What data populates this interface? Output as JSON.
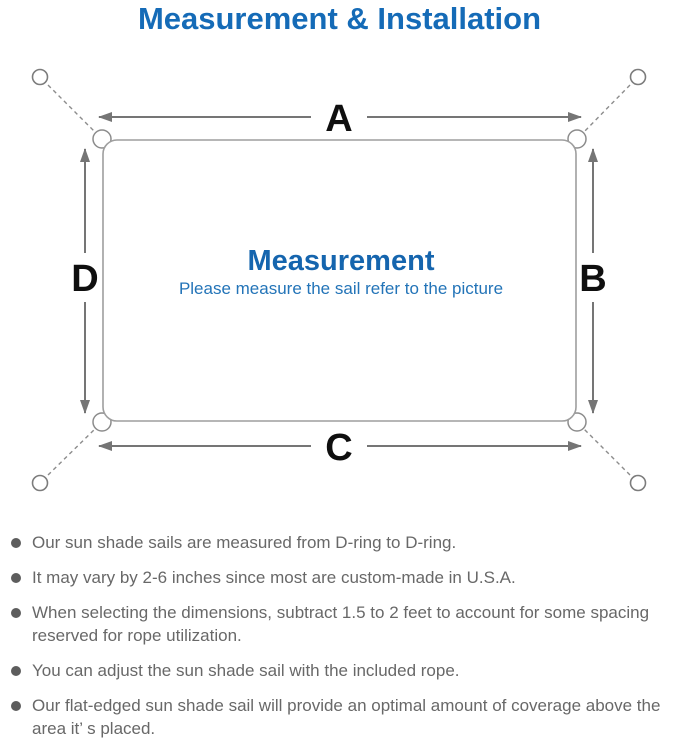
{
  "title": "Measurement & Installation",
  "diagram": {
    "labels": {
      "top": "A",
      "right": "B",
      "bottom": "C",
      "left": "D"
    },
    "center_heading": "Measurement",
    "center_subtitle": "Please measure the sail refer to the picture"
  },
  "bullets": [
    "Our sun shade sails are measured from D-ring to D-ring.",
    "It may vary by 2-6 inches since most are custom-made in U.S.A.",
    "When selecting the dimensions, subtract 1.5 to 2 feet to account for some spacing reserved for rope utilization.",
    "You can adjust the sun shade sail with the included rope.",
    "Our flat-edged sun shade sail will provide an optimal amount of coverage above the area it’ s placed."
  ],
  "colors": {
    "title_blue": "#156bb7",
    "center_heading_blue": "#1565ae",
    "center_subtitle_blue": "#2374b8",
    "dimension_line_gray": "#757575",
    "sail_outline_gray": "#9e9e9e",
    "tether_dash_gray": "#8c8c8c",
    "bullet_text_gray": "#686868",
    "label_black": "#0f0f0f",
    "background": "#ffffff"
  }
}
